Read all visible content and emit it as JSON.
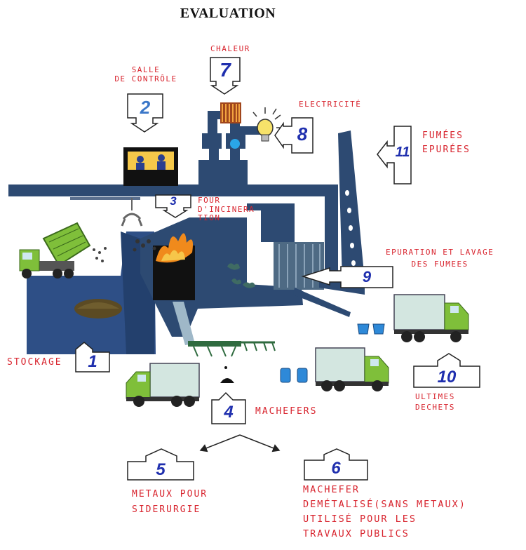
{
  "title": "EVALUATION",
  "steps": {
    "s1": {
      "num": "1",
      "label": "STOCKAGE"
    },
    "s2": {
      "num": "2",
      "label": "SALLE\nDE CONTRÔLE"
    },
    "s3": {
      "num": "3",
      "label": "FOUR\nD'INCINERA\nTION"
    },
    "s4": {
      "num": "4",
      "label": "MACHEFERS"
    },
    "s5": {
      "num": "5",
      "label": "METAUX POUR\nSIDERURGIE"
    },
    "s6": {
      "num": "6",
      "label": "MACHEFER\nDEMÉTALISÉ(SANS METAUX)\nUTILISÉ POUR LES\nTRAVAUX PUBLICS"
    },
    "s7": {
      "num": "7",
      "label": "CHALEUR"
    },
    "s8": {
      "num": "8",
      "label": "ELECTRICITÉ"
    },
    "s9": {
      "num": "9",
      "label": "EPURATION ET LAVAGE\nDES FUMEES"
    },
    "s10": {
      "num": "10",
      "label": "ULTIMES\nDECHETS"
    },
    "s11": {
      "num": "11",
      "label": "FUMÉES\nEPURÉES"
    }
  },
  "colors": {
    "pipe": "#2d4a72",
    "pit": "#2e4f86",
    "truck_cab": "#7fbf3a",
    "truck_box": "#d3e6e0",
    "fire": "#f08a1c",
    "label": "#d8242e",
    "number": "#1f2fae"
  }
}
